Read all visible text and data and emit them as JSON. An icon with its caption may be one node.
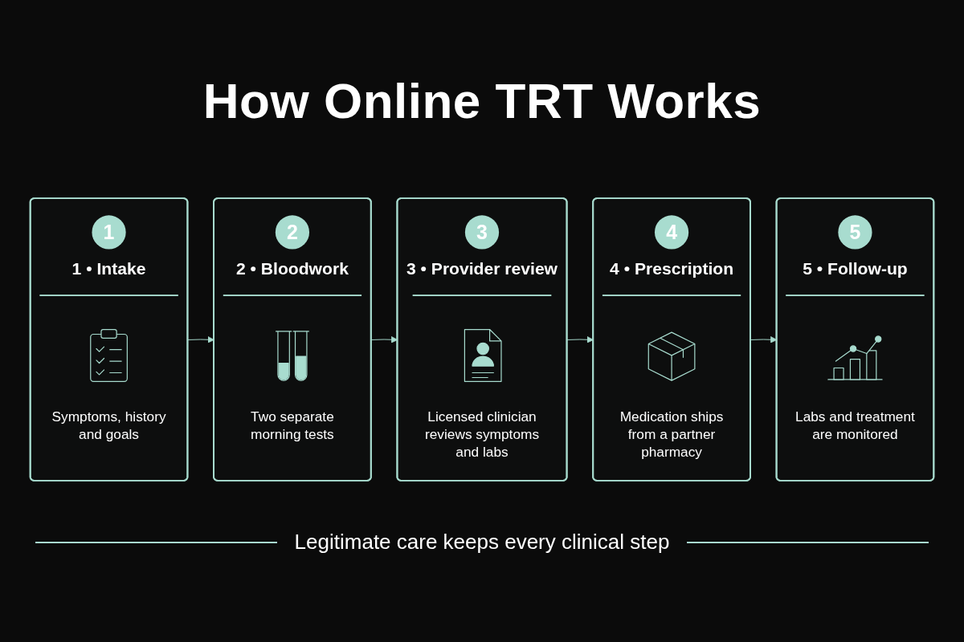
{
  "diagram": {
    "title": "How Online TRT Works",
    "nodes": [
      {
        "text": [
          "1",
          "1 • Intake",
          "Symptoms, history and goals"
        ]
      },
      {
        "text": [
          "2",
          "2 • Bloodwork",
          "Two separate morning tests"
        ]
      },
      {
        "text": [
          "3",
          "3 • Provider review",
          "Licensed clinician reviews symptoms and labs"
        ]
      },
      {
        "text": [
          "4",
          "4 • Prescription",
          "Medication ships from a partner pharmacy"
        ]
      },
      {
        "text": [
          "5",
          "5 • Follow-up",
          "Labs and treatment are monitored"
        ]
      }
    ],
    "edges": [
      {
        "from": 0,
        "to": 1,
        "arrow": "to"
      },
      {
        "from": 1,
        "to": 2,
        "arrow": "to"
      },
      {
        "from": 2,
        "to": 3,
        "arrow": "to"
      },
      {
        "from": 3,
        "to": 4,
        "arrow": "to"
      }
    ],
    "caption": "Legitimate care keeps every clinical step"
  }
}
